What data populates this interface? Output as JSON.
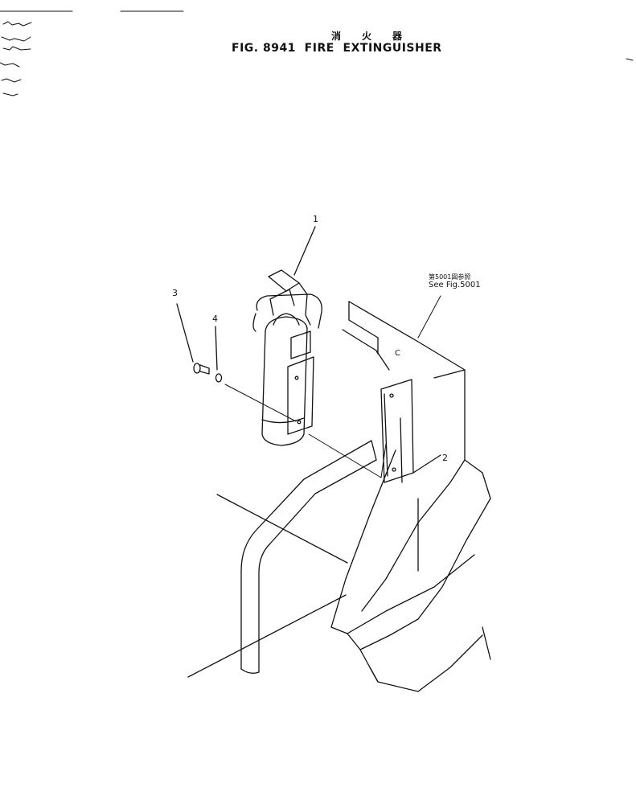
{
  "header": {
    "jp_chars": [
      "消",
      "火",
      "器"
    ],
    "title": "FIG. 8941  FIRE  EXTINGUISHER"
  },
  "reference": {
    "jp": "第5001図参照",
    "en": "See Fig.5001"
  },
  "callouts": {
    "p1": "1",
    "p2": "2",
    "p3": "3",
    "p4": "4",
    "c": "C"
  }
}
